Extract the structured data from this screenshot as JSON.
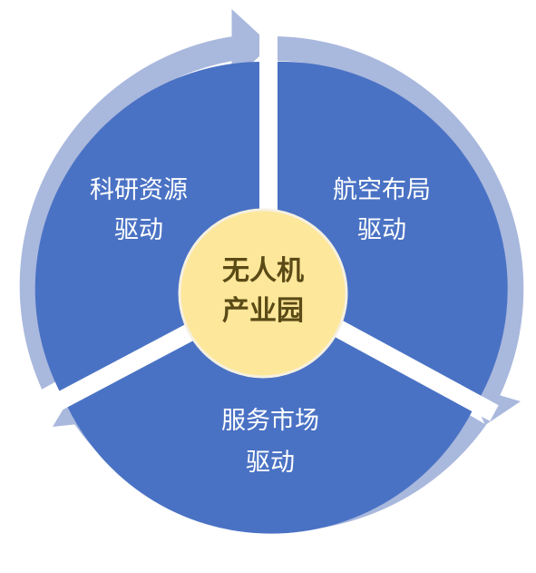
{
  "center": {
    "line1": "无人机",
    "line2": "产业园"
  },
  "segments": [
    {
      "line1": "科研资源",
      "line2": "驱动"
    },
    {
      "line1": "航空布局",
      "line2": "驱动"
    },
    {
      "line1": "服务市场",
      "line2": "驱动"
    }
  ],
  "colors": {
    "segment_fill": "#4a72c4",
    "outer_ring": "#a9b8dd",
    "center_fill": "#fde79a",
    "center_stroke": "#f5f0e0",
    "segment_text": "#ffffff",
    "center_text": "#5a4a16",
    "separator": "#ffffff"
  }
}
